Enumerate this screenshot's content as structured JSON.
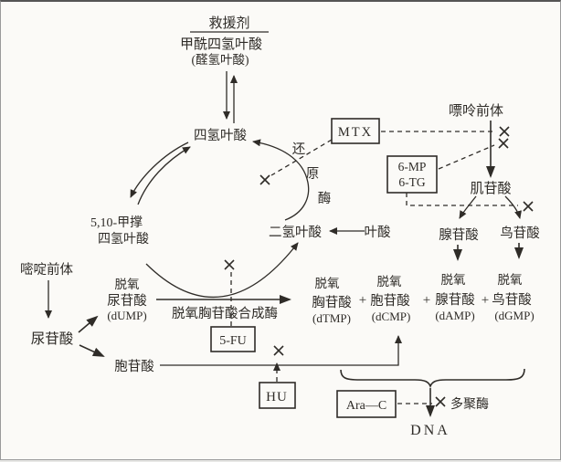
{
  "labels": {
    "rescue_title": "救援剂",
    "rescue_name": "甲酰四氢叶酸",
    "rescue_alias": "(醛氢叶酸)",
    "thf": "四氢叶酸",
    "methylene_1": "5,10-甲撑",
    "methylene_2": "四氢叶酸",
    "dhf": "二氢叶酸",
    "folate": "叶酸",
    "reductase_1": "还",
    "reductase_2": "原",
    "reductase_3": "酶",
    "purine_precursor": "嘌呤前体",
    "imp": "肌苷酸",
    "amp": "腺苷酸",
    "gmp": "鸟苷酸",
    "pyrimidine_precursor": "嘧啶前体",
    "ump": "尿苷酸",
    "cmp": "胞苷酸",
    "dump_1": "脱氧",
    "dump_2": "尿苷酸",
    "dump_3": "(dUMP)",
    "synthase": "脱氧胸苷酸合成酶",
    "dtmp_1": "脱氧",
    "dtmp_2": "胸苷酸",
    "dtmp_3": "(dTMP)",
    "dcmp_1": "脱氧",
    "dcmp_2": "胞苷酸",
    "dcmp_3": "(dCMP)",
    "damp_1": "脱氧",
    "damp_2": "腺苷酸",
    "damp_3": "(dAMP)",
    "dgmp_1": "脱氧",
    "dgmp_2": "鸟苷酸",
    "dgmp_3": "(dGMP)",
    "plus": "+",
    "polymerase": "多聚酶",
    "dna": "DNA"
  },
  "drugs": {
    "mtx": "MTX",
    "mp": "6-MP",
    "tg": "6-TG",
    "fu": "5-FU",
    "hu": "HU",
    "arac": "Ara—C"
  },
  "colors": {
    "ink": "#2f2c28",
    "background": "#fbfaf7",
    "border": "#9a9a9a"
  }
}
